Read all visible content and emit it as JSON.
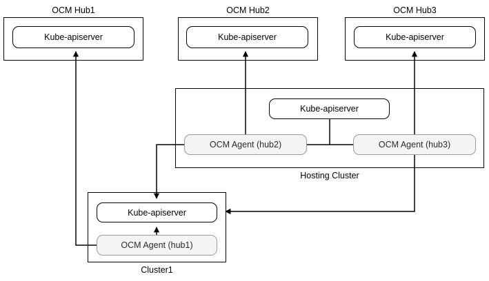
{
  "diagram": {
    "title_hidden": "",
    "colors": {
      "stroke": "#000000",
      "agent_fill": "#f4f4f4",
      "agent_stroke": "#9a9a9a",
      "node_fill": "#ffffff",
      "background": "#ffffff"
    },
    "hubs": [
      {
        "label": "OCM Hub1",
        "node": "Kube-apiserver"
      },
      {
        "label": "OCM Hub2",
        "node": "Kube-apiserver"
      },
      {
        "label": "OCM Hub3",
        "node": "Kube-apiserver"
      }
    ],
    "hosting_cluster": {
      "label": "Hosting Cluster",
      "apiserver": "Kube-apiserver",
      "agents": [
        {
          "label": "OCM Agent (hub2)"
        },
        {
          "label": "OCM Agent (hub3)"
        }
      ]
    },
    "managed_cluster": {
      "label": "Cluster1",
      "apiserver": "Kube-apiserver",
      "agent": "OCM Agent (hub1)"
    },
    "connections": [
      {
        "from": "OCM Agent (hub1)",
        "to": "OCM Hub1 / Kube-apiserver",
        "style": "elbow-left-up",
        "arrow": "end"
      },
      {
        "from": "OCM Agent (hub2)",
        "to": "OCM Hub2 / Kube-apiserver",
        "style": "straight-up",
        "arrow": "end"
      },
      {
        "from": "OCM Agent (hub3)",
        "to": "OCM Hub3 / Kube-apiserver",
        "style": "straight-up",
        "arrow": "end"
      },
      {
        "from": "OCM Agent (hub2)",
        "to": "Hosting Cluster / Kube-apiserver",
        "style": "bus-up",
        "arrow": "end"
      },
      {
        "from": "OCM Agent (hub3)",
        "to": "Hosting Cluster / Kube-apiserver",
        "style": "bus-up",
        "arrow": "end"
      },
      {
        "from": "OCM Agent (hub2)",
        "to": "Cluster1 / Kube-apiserver",
        "style": "elbow-left-down",
        "arrow": "end"
      },
      {
        "from": "OCM Agent (hub3)",
        "to": "Cluster1 / Kube-apiserver",
        "style": "elbow-down-left",
        "arrow": "end"
      },
      {
        "from": "OCM Agent (hub1)",
        "to": "Cluster1 / Kube-apiserver",
        "style": "straight-up",
        "arrow": "end"
      }
    ]
  }
}
